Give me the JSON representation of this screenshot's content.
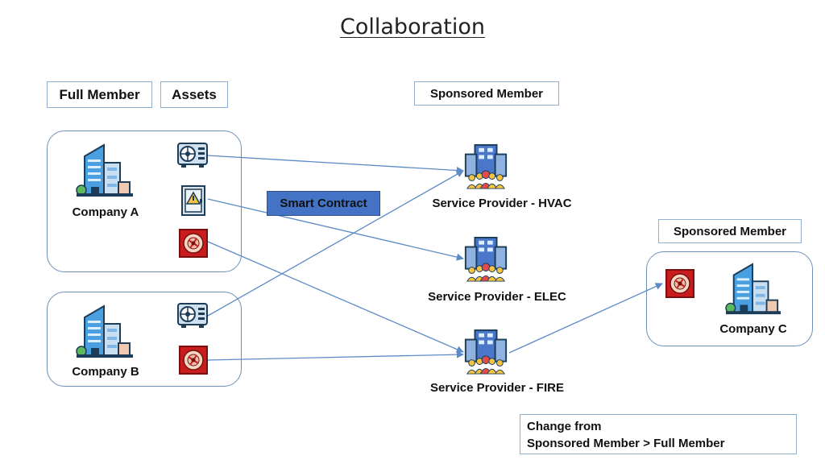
{
  "title": "Collaboration",
  "tags": {
    "full_member": "Full Member",
    "assets": "Assets",
    "sponsored_member_1": "Sponsored Member",
    "sponsored_member_2": "Sponsored Member"
  },
  "companies": {
    "a": "Company A",
    "b": "Company B",
    "c": "Company C"
  },
  "providers": {
    "hvac": "Service Provider - HVAC",
    "elec": "Service Provider - ELEC",
    "fire": "Service Provider - FIRE"
  },
  "smart_contract": "Smart Contract",
  "note": {
    "line1": "Change from",
    "line2": "Sponsored Member > Full Member"
  },
  "icons": {
    "company": "office-building-icon",
    "hvac_asset": "air-conditioner-unit-icon",
    "elec_asset": "electrical-panel-icon",
    "fire_asset": "fire-alarm-icon",
    "provider": "service-provider-building-icon"
  },
  "colors": {
    "connector": "#5b8ac7",
    "group_border": "#6d90b6",
    "smart_contract_fill": "#4472c4"
  }
}
